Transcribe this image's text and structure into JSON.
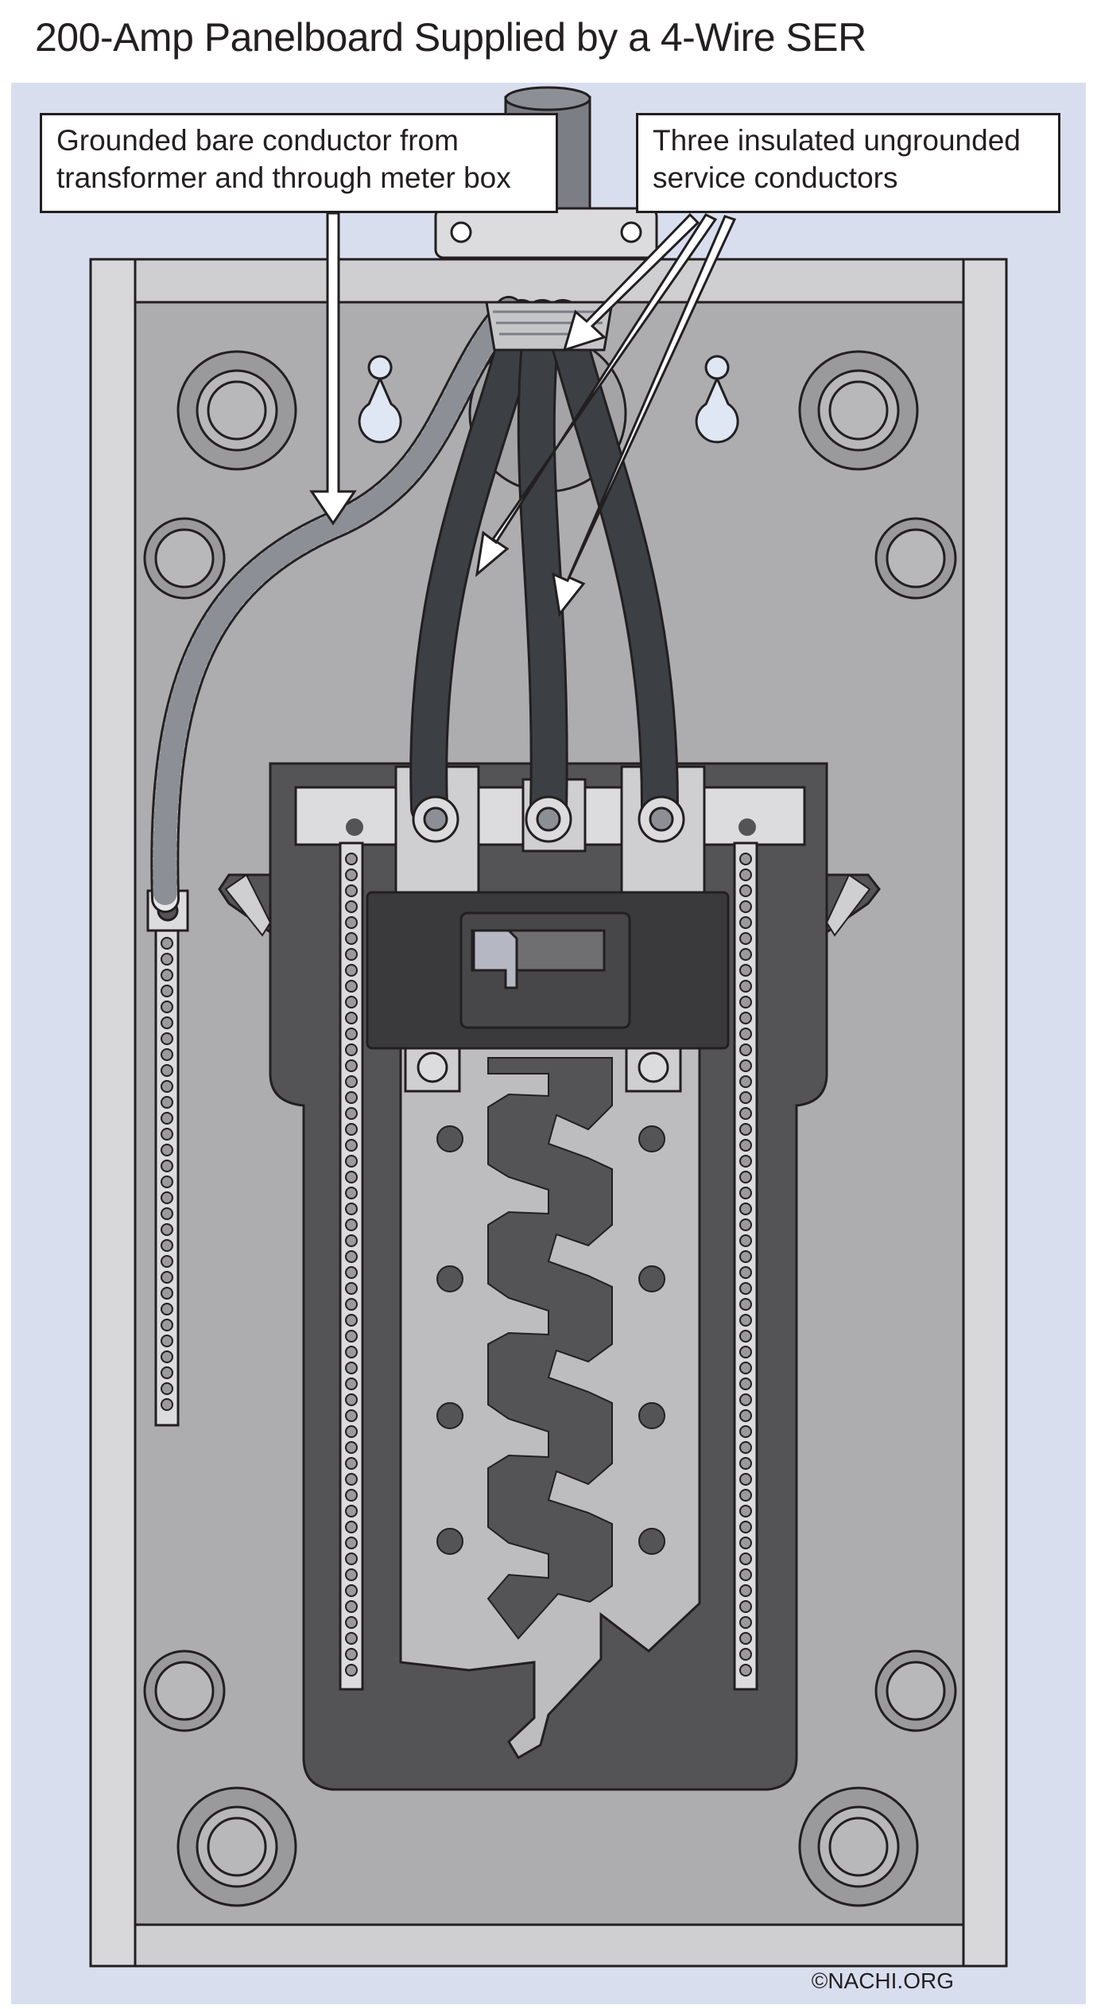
{
  "title": "200-Amp Panelboard Supplied by a 4-Wire SER",
  "callouts": {
    "grounded": {
      "line1": "Grounded bare conductor from",
      "line2": "transformer and through meter box"
    },
    "service": {
      "line1": "Three insulated ungrounded",
      "line2": "service conductors"
    }
  },
  "credit": "©NACHI.ORG",
  "colors": {
    "background": "#d9deef",
    "enclosure": "#cfcfd1",
    "backplate": "#adadaf",
    "interior": "#545456",
    "bus": "#bdbdbf",
    "conductor": "#3c3f44",
    "bare_conductor": "#e6e6e8",
    "outline": "#231f20"
  }
}
